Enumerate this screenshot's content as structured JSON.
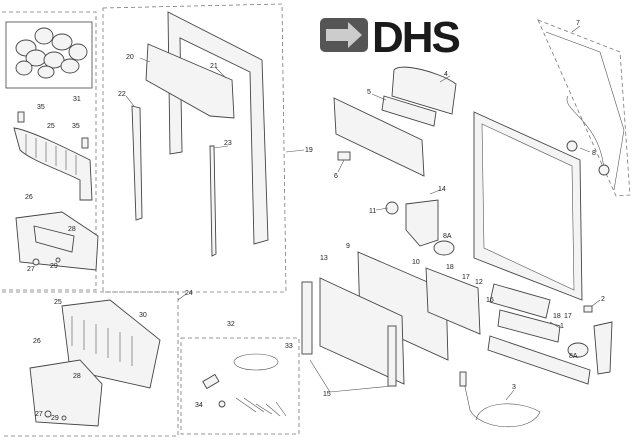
{
  "logo": {
    "text": "DHS"
  },
  "callouts": [
    "31",
    "35",
    "25",
    "35",
    "26",
    "28",
    "27",
    "29",
    "20",
    "21",
    "22",
    "23",
    "19",
    "24",
    "25",
    "30",
    "26",
    "28",
    "27",
    "29",
    "32",
    "33",
    "34",
    "4",
    "5",
    "6",
    "7",
    "8",
    "14",
    "11",
    "8A",
    "9",
    "13",
    "10",
    "18",
    "17",
    "12",
    "16",
    "18",
    "17",
    "2",
    "1",
    "8A",
    "15",
    "3"
  ]
}
